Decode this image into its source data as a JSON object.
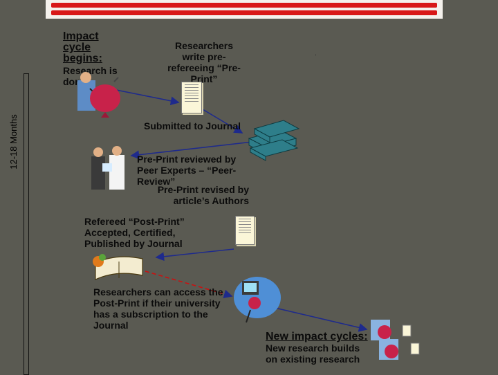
{
  "time_axis": {
    "label": "12-18 Months"
  },
  "step_start": {
    "heading": "Impact cycle begins:",
    "text": "Research is done"
  },
  "step_write": {
    "text": "Researchers write pre-refereeing “Pre-Print”"
  },
  "step_submit": {
    "text": "Submitted to Journal"
  },
  "step_review": {
    "text": "Pre-Print reviewed by Peer Experts – “Peer-Review”"
  },
  "step_revise": {
    "text": "Pre-Print revised by article’s Authors"
  },
  "step_publish": {
    "text": "Refereed “Post-Print” Accepted, Certified, Published by Journal"
  },
  "step_access": {
    "text": "Researchers can access the Post-Print if their university has a subscription to the Journal"
  },
  "step_new": {
    "heading": "New impact cycles:",
    "text": "New research builds on existing research"
  },
  "colors": {
    "background": "#5a5a52",
    "arrow": "#1e2a8c",
    "dashed_arrow": "#cc1010",
    "banner_red": "#d81818"
  }
}
